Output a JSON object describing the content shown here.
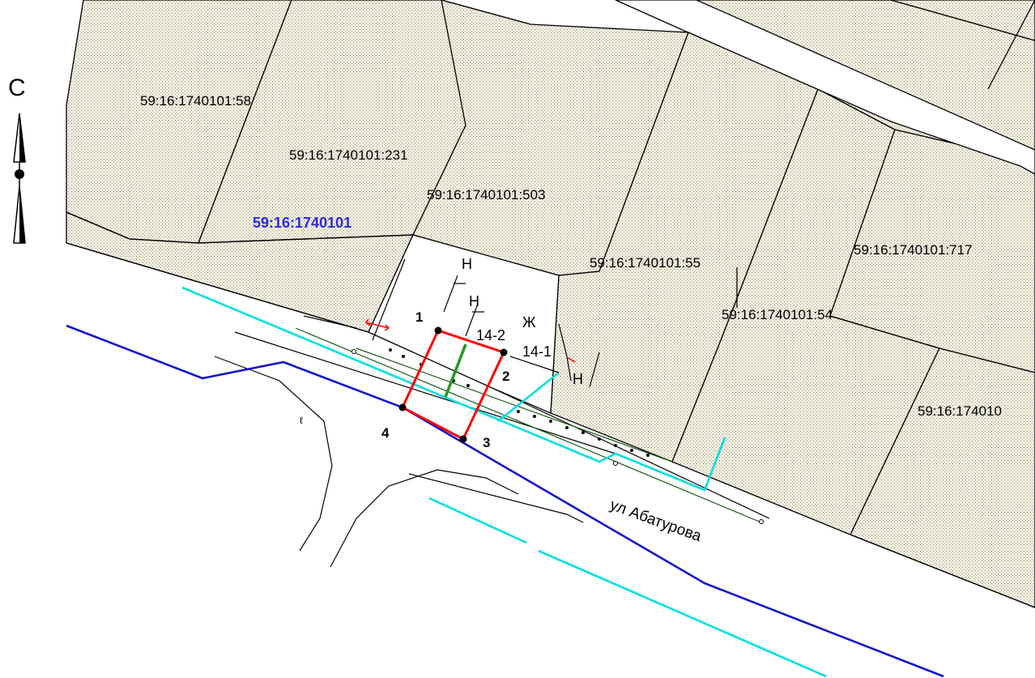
{
  "north_arrow": {
    "label": "С"
  },
  "quarter_label": "59:16:1740101",
  "parcels": [
    {
      "id": "p58",
      "label": "59:16:1740101:58"
    },
    {
      "id": "p231",
      "label": "59:16:1740101:231"
    },
    {
      "id": "p503",
      "label": "59:16:1740101:503"
    },
    {
      "id": "p55",
      "label": "59:16:1740101:55"
    },
    {
      "id": "p54",
      "label": "59:16:1740101:54"
    },
    {
      "id": "p717",
      "label": "59:16:1740101:717"
    },
    {
      "id": "pcut",
      "label": "59:16:174010"
    }
  ],
  "points": [
    "1",
    "2",
    "3",
    "4"
  ],
  "zones": {
    "h1": "Н",
    "h2": "Н",
    "h3": "Н",
    "zh": "Ж",
    "z142": "14-2",
    "z141": "14-1"
  },
  "street_name": "ул Абатурова",
  "colors": {
    "parcel_fill": "#ece9d8",
    "parcel_dot": "#9a9a7a",
    "boundary": "#000000",
    "target_parcel": "#ff0000",
    "inner_line": "#229922",
    "water_line": "#00e0e0",
    "main_road": "#1515cc",
    "utility_line": "#1f5a1f",
    "quarter_label": "#2a2adf"
  }
}
